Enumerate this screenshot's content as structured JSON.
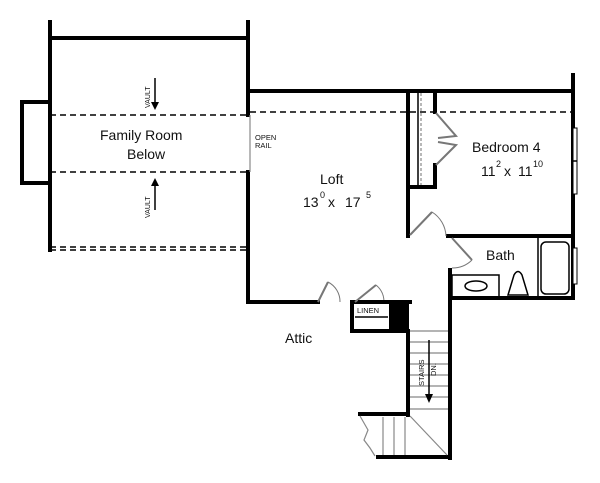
{
  "plan": {
    "rooms": {
      "family_room": {
        "line1": "Family Room",
        "line2": "Below"
      },
      "loft": {
        "name": "Loft",
        "dim_a": "13",
        "dim_a_sup": "0",
        "x": "x",
        "dim_b": "17",
        "dim_b_sup": "5"
      },
      "bedroom4": {
        "name": "Bedroom 4",
        "dim_a": "11",
        "dim_a_sup": "2",
        "x": "x",
        "dim_b": "11",
        "dim_b_sup": "10"
      },
      "bath": {
        "name": "Bath"
      },
      "attic": {
        "name": "Attic"
      },
      "linen": {
        "name": "LINEN"
      }
    },
    "annotations": {
      "vault_top": "VAULT",
      "vault_bottom": "VAULT",
      "open_rail_1": "OPEN",
      "open_rail_2": "RAIL",
      "stairs_1": "STAIRS",
      "stairs_2": "DN."
    }
  }
}
